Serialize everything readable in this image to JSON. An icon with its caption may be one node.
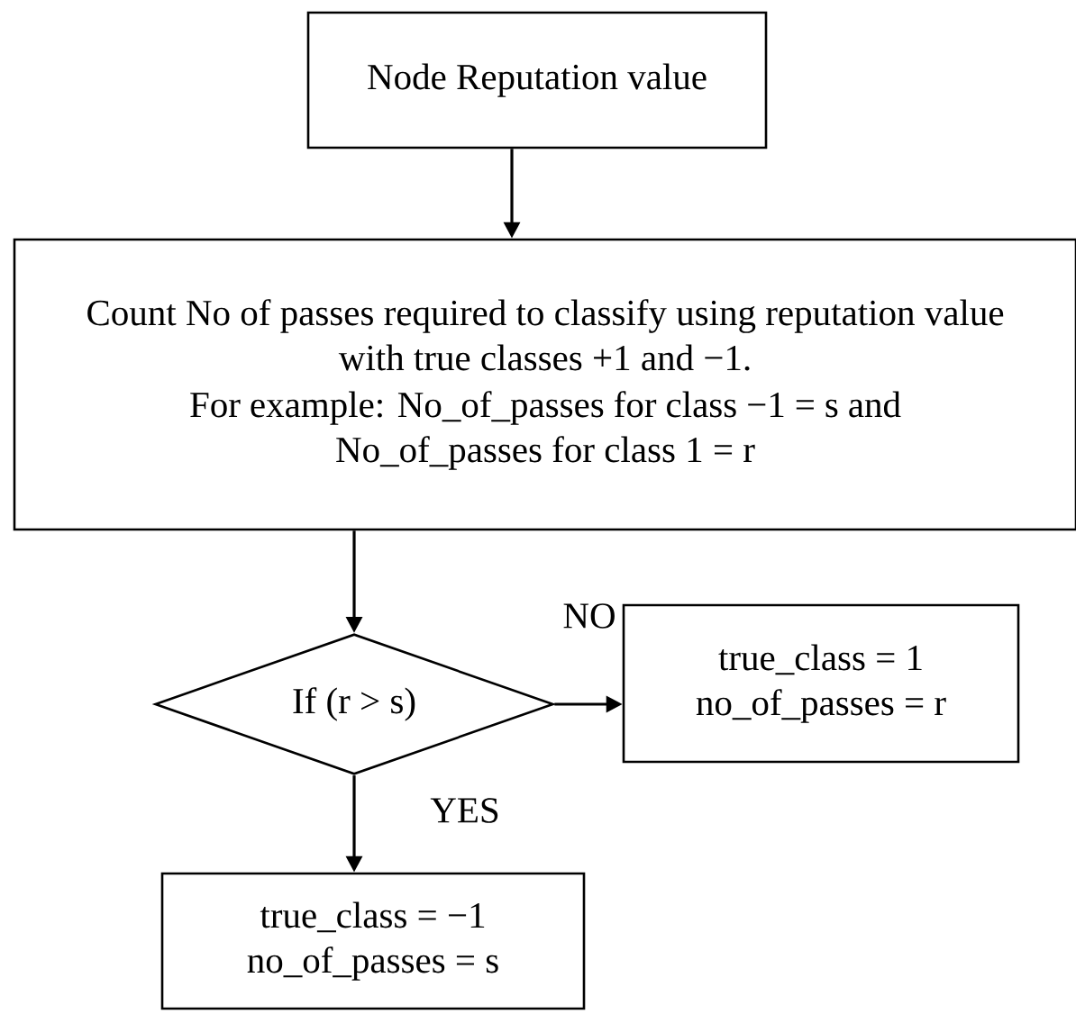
{
  "diagram": {
    "nodes": [
      {
        "text": [
          "Node Reputation value"
        ]
      },
      {
        "text": [
          "Count No of passes required to classify using reputation value with true classes +1 and −1.",
          "For example: No_of_passes for class −1 = s and No_of_passes for class 1 = r"
        ]
      },
      {
        "text": [
          "If (r > s)"
        ]
      },
      {
        "text": [
          "true_class = 1",
          "no_of_passes = r"
        ]
      },
      {
        "text": [
          "true_class = −1",
          "no_of_passes = s"
        ]
      }
    ],
    "edges": [
      {
        "from": 0,
        "to": 1,
        "arrow": "to"
      },
      {
        "from": 1,
        "to": 2,
        "arrow": "to"
      },
      {
        "from": 2,
        "to": 3,
        "arrow": "to",
        "label": "NO"
      },
      {
        "from": 2,
        "to": 4,
        "arrow": "to",
        "label": "YES"
      }
    ]
  }
}
